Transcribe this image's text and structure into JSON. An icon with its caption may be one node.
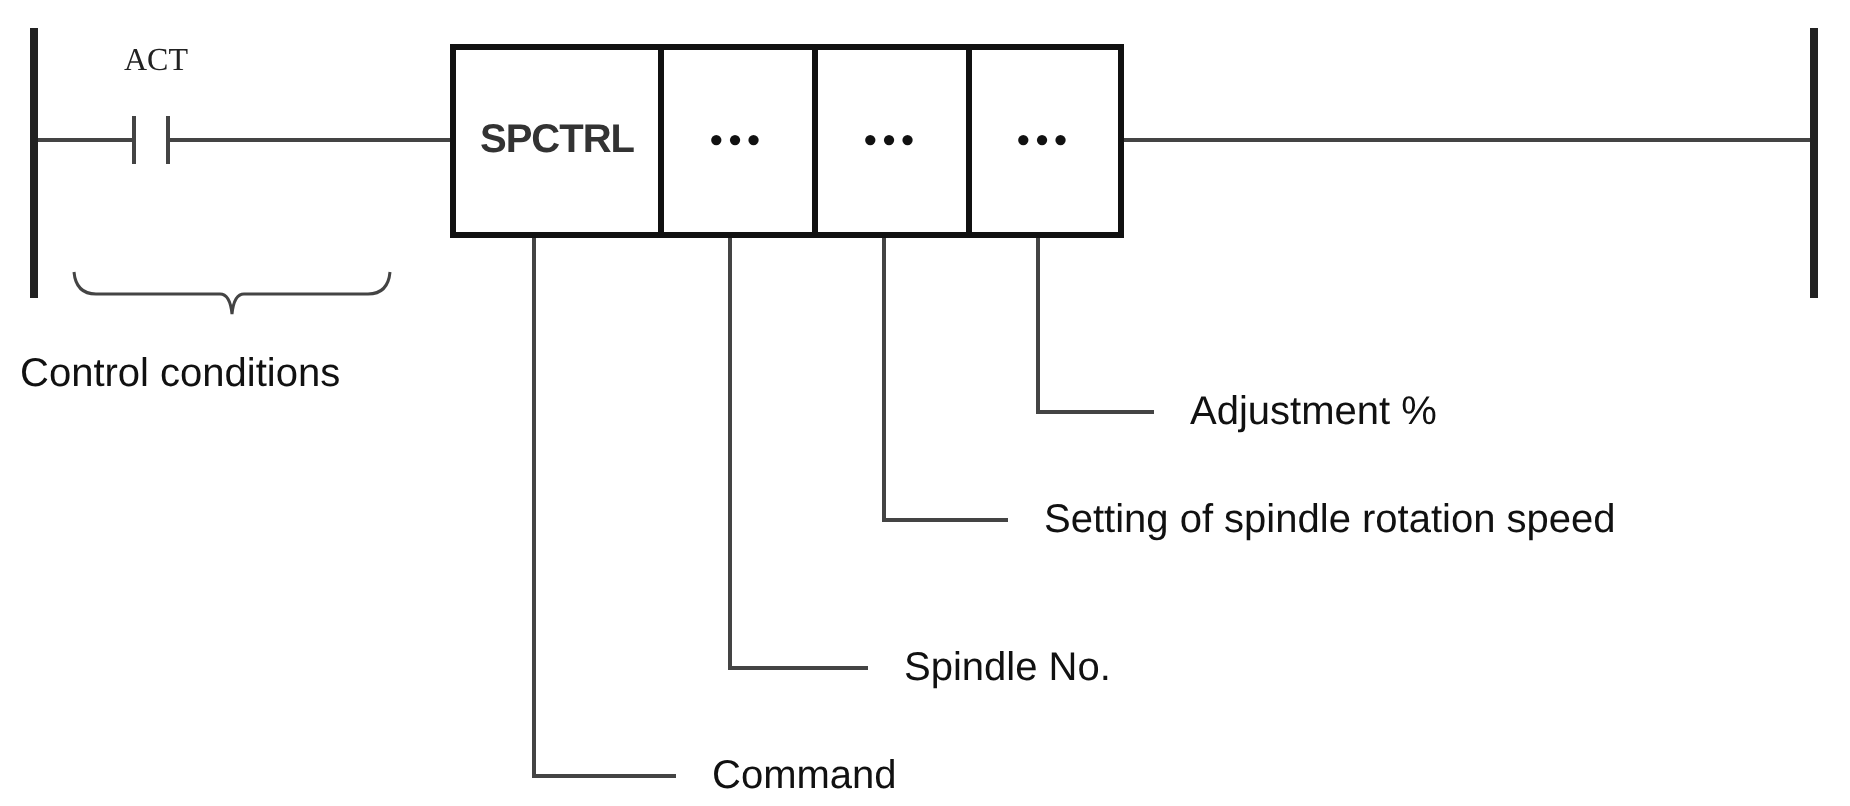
{
  "diagram": {
    "nodes": [
      {
        "text": [],
        "shape": "bar"
      },
      {
        "text": [
          "ACT"
        ]
      },
      {
        "text": [
          "SPCTRL"
        ]
      },
      {
        "text": [
          "•••"
        ]
      },
      {
        "text": [
          "•••"
        ]
      },
      {
        "text": [
          "•••"
        ]
      },
      {
        "text": [],
        "shape": "bar"
      },
      {
        "text": [
          "Command"
        ]
      },
      {
        "text": [
          "Spindle No."
        ]
      },
      {
        "text": [
          "Setting of spindle rotation speed"
        ]
      },
      {
        "text": [
          "Adjustment %"
        ]
      }
    ],
    "edges": [
      {
        "from": 0,
        "to": 1,
        "arrow": "none"
      },
      {
        "from": 1,
        "to": 2,
        "arrow": "none"
      },
      {
        "from": 5,
        "to": 6,
        "arrow": "none"
      },
      {
        "from": 7,
        "to": 2,
        "arrow": "none"
      },
      {
        "from": 8,
        "to": 3,
        "arrow": "none"
      },
      {
        "from": 9,
        "to": 4,
        "arrow": "none"
      },
      {
        "from": 10,
        "to": 5,
        "arrow": "none"
      }
    ],
    "labels": [
      "Control conditions"
    ]
  }
}
